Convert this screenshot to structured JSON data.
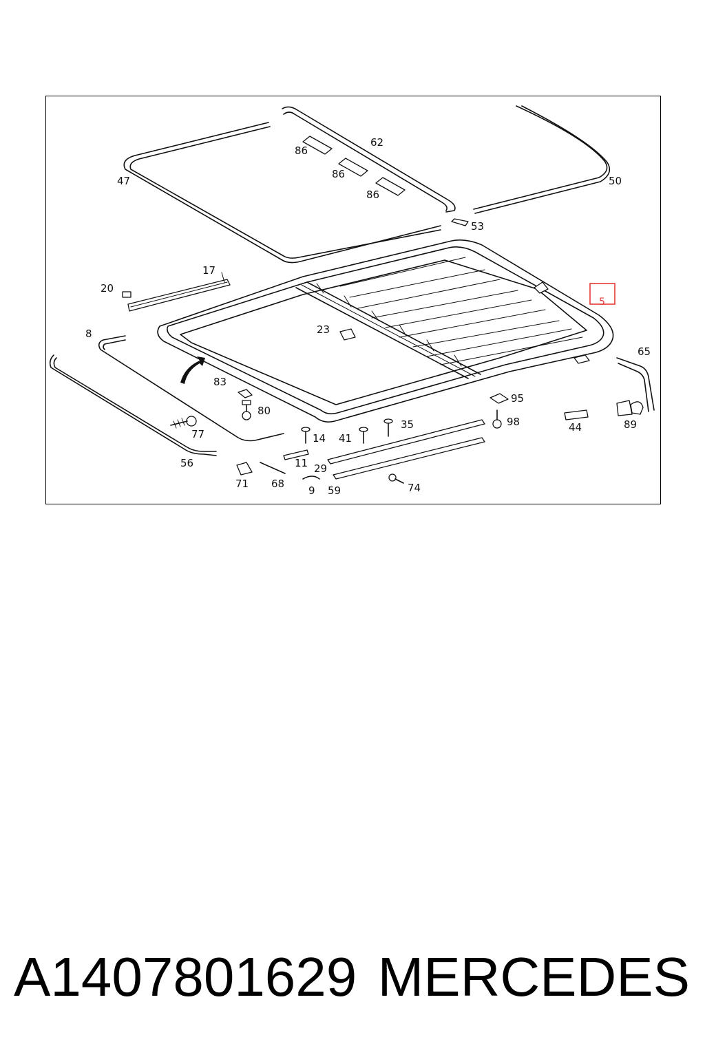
{
  "diagram": {
    "callouts": [
      {
        "id": "c62",
        "label": "62"
      },
      {
        "id": "c86a",
        "label": "86"
      },
      {
        "id": "c86b",
        "label": "86"
      },
      {
        "id": "c86c",
        "label": "86"
      },
      {
        "id": "c47",
        "label": "47"
      },
      {
        "id": "c50",
        "label": "50"
      },
      {
        "id": "c53",
        "label": "53"
      },
      {
        "id": "c17",
        "label": "17"
      },
      {
        "id": "c20",
        "label": "20"
      },
      {
        "id": "c23",
        "label": "23"
      },
      {
        "id": "c65",
        "label": "65"
      },
      {
        "id": "c8",
        "label": "8"
      },
      {
        "id": "c83",
        "label": "83"
      },
      {
        "id": "c80",
        "label": "80"
      },
      {
        "id": "c95",
        "label": "95"
      },
      {
        "id": "c98",
        "label": "98"
      },
      {
        "id": "c44",
        "label": "44"
      },
      {
        "id": "c89",
        "label": "89"
      },
      {
        "id": "c77",
        "label": "77"
      },
      {
        "id": "c14",
        "label": "14"
      },
      {
        "id": "c41",
        "label": "41"
      },
      {
        "id": "c35",
        "label": "35"
      },
      {
        "id": "c56",
        "label": "56"
      },
      {
        "id": "c11",
        "label": "11"
      },
      {
        "id": "c29",
        "label": "29"
      },
      {
        "id": "c71",
        "label": "71"
      },
      {
        "id": "c68",
        "label": "68"
      },
      {
        "id": "c9",
        "label": "9"
      },
      {
        "id": "c59",
        "label": "59"
      },
      {
        "id": "c74",
        "label": "74"
      }
    ],
    "highlight": {
      "label": "5",
      "color": "#e53935"
    }
  },
  "caption": {
    "part_number": "A1407801629",
    "brand": "MERCEDES"
  }
}
